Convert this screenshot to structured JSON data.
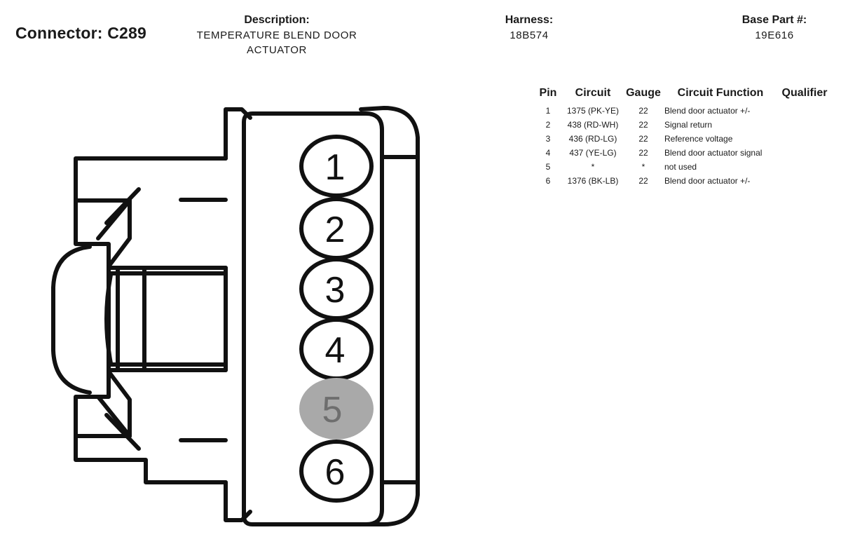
{
  "header": {
    "connector": "Connector: C289",
    "description_label": "Description:",
    "description_line1": "TEMPERATURE BLEND DOOR",
    "description_line2": "ACTUATOR",
    "harness_label": "Harness:",
    "harness_value": "18B574",
    "base_part_label": "Base Part #:",
    "base_part_value": "19E616"
  },
  "diagram": {
    "pins": [
      "1",
      "2",
      "3",
      "4",
      "5",
      "6"
    ],
    "unused_pin_color": "#a9a9a9"
  },
  "table": {
    "headers": [
      "Pin",
      "Circuit",
      "Gauge",
      "Circuit Function",
      "Qualifier"
    ],
    "rows": [
      {
        "pin": "1",
        "circuit": "1375 (PK-YE)",
        "gauge": "22",
        "function": "Blend door actuator +/-",
        "qualifier": ""
      },
      {
        "pin": "2",
        "circuit": "438 (RD-WH)",
        "gauge": "22",
        "function": "Signal return",
        "qualifier": ""
      },
      {
        "pin": "3",
        "circuit": "436 (RD-LG)",
        "gauge": "22",
        "function": "Reference voltage",
        "qualifier": ""
      },
      {
        "pin": "4",
        "circuit": "437 (YE-LG)",
        "gauge": "22",
        "function": "Blend door actuator signal",
        "qualifier": ""
      },
      {
        "pin": "5",
        "circuit": "*",
        "gauge": "*",
        "function": "not used",
        "qualifier": ""
      },
      {
        "pin": "6",
        "circuit": "1376 (BK-LB)",
        "gauge": "22",
        "function": "Blend door actuator +/-",
        "qualifier": ""
      }
    ]
  }
}
